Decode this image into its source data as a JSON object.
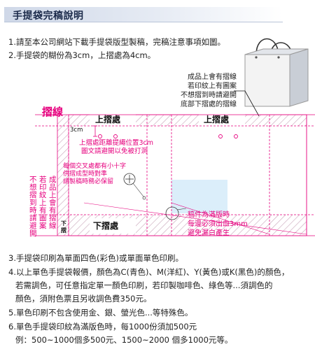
{
  "title": "手提袋完稿說明",
  "notes_top": [
    "1.請至本公司網站下載手提袋版型製稿，完稿注意事項如圖。",
    "2.手提袋的糊份為3cm，上摺處為4cm。"
  ],
  "callout_right": [
    "成品上會有摺線",
    "若印紋上有圖案",
    "不想摺到時請避開",
    "底部下摺處的摺線"
  ],
  "diagram": {
    "fold_line_label": "摺線",
    "upper_fold_label": "上摺處",
    "upper_fold_label_2": "上摺處",
    "lower_fold_label": "下摺處",
    "bottom_fold_label": "下摺",
    "dim_3cm": "3cm",
    "rope_note": [
      "上摺處距離提繩位置3cm",
      "圖文請避開以免被打洞"
    ],
    "cross_note": [
      "每個交叉處都有小十字",
      "供摺成型時對準",
      "請製稿時務必保留"
    ],
    "left_vertical_col1": "不想摺到時請避開",
    "left_vertical_col2": "若印紋上有圖案",
    "left_vertical_col3": "成品上會有摺線",
    "bleed_note": [
      "稿件為滿版時",
      "每邊必須出血3mm",
      "避免漏白產生"
    ]
  },
  "notes_bottom": [
    "3.手提袋印刷為單面四色(彩色)或單面單色印刷。",
    "4.以上單色手提袋報價，顏色為C(青色)、M(洋紅)、Y(黃色)或K(黑色)的顏色，",
    "若需調色，可任意指定單一顏色印刷，若印製咖啡色、綠色等...須調色的",
    "顏色，須附色票且另收調色費350元。",
    "5.單色印刷不包含使用金、銀、螢光色...等特殊色。",
    "6.單色手提袋印紋為滿版色時，每1000份須加500元",
    "例：500~1000個多500元、1500~2000 個多1000元等。"
  ],
  "colors": {
    "accent": "#e6007e",
    "title_bar": "#cfd8e8",
    "panel_fill": "#dbeefa"
  }
}
